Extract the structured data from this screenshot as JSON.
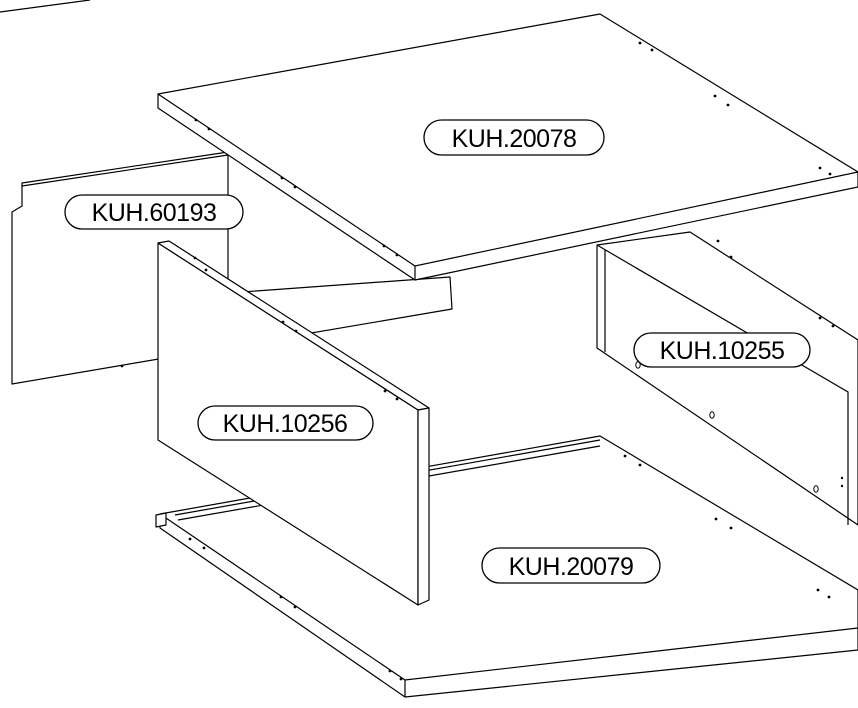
{
  "parts": {
    "back_panel": {
      "code": "KUH.60193"
    },
    "top_panel": {
      "code": "KUH.20078"
    },
    "left_side_panel": {
      "code": "KUH.10256"
    },
    "right_side_panel": {
      "code": "KUH.10255"
    },
    "bottom_panel": {
      "code": "KUH.20079"
    }
  }
}
